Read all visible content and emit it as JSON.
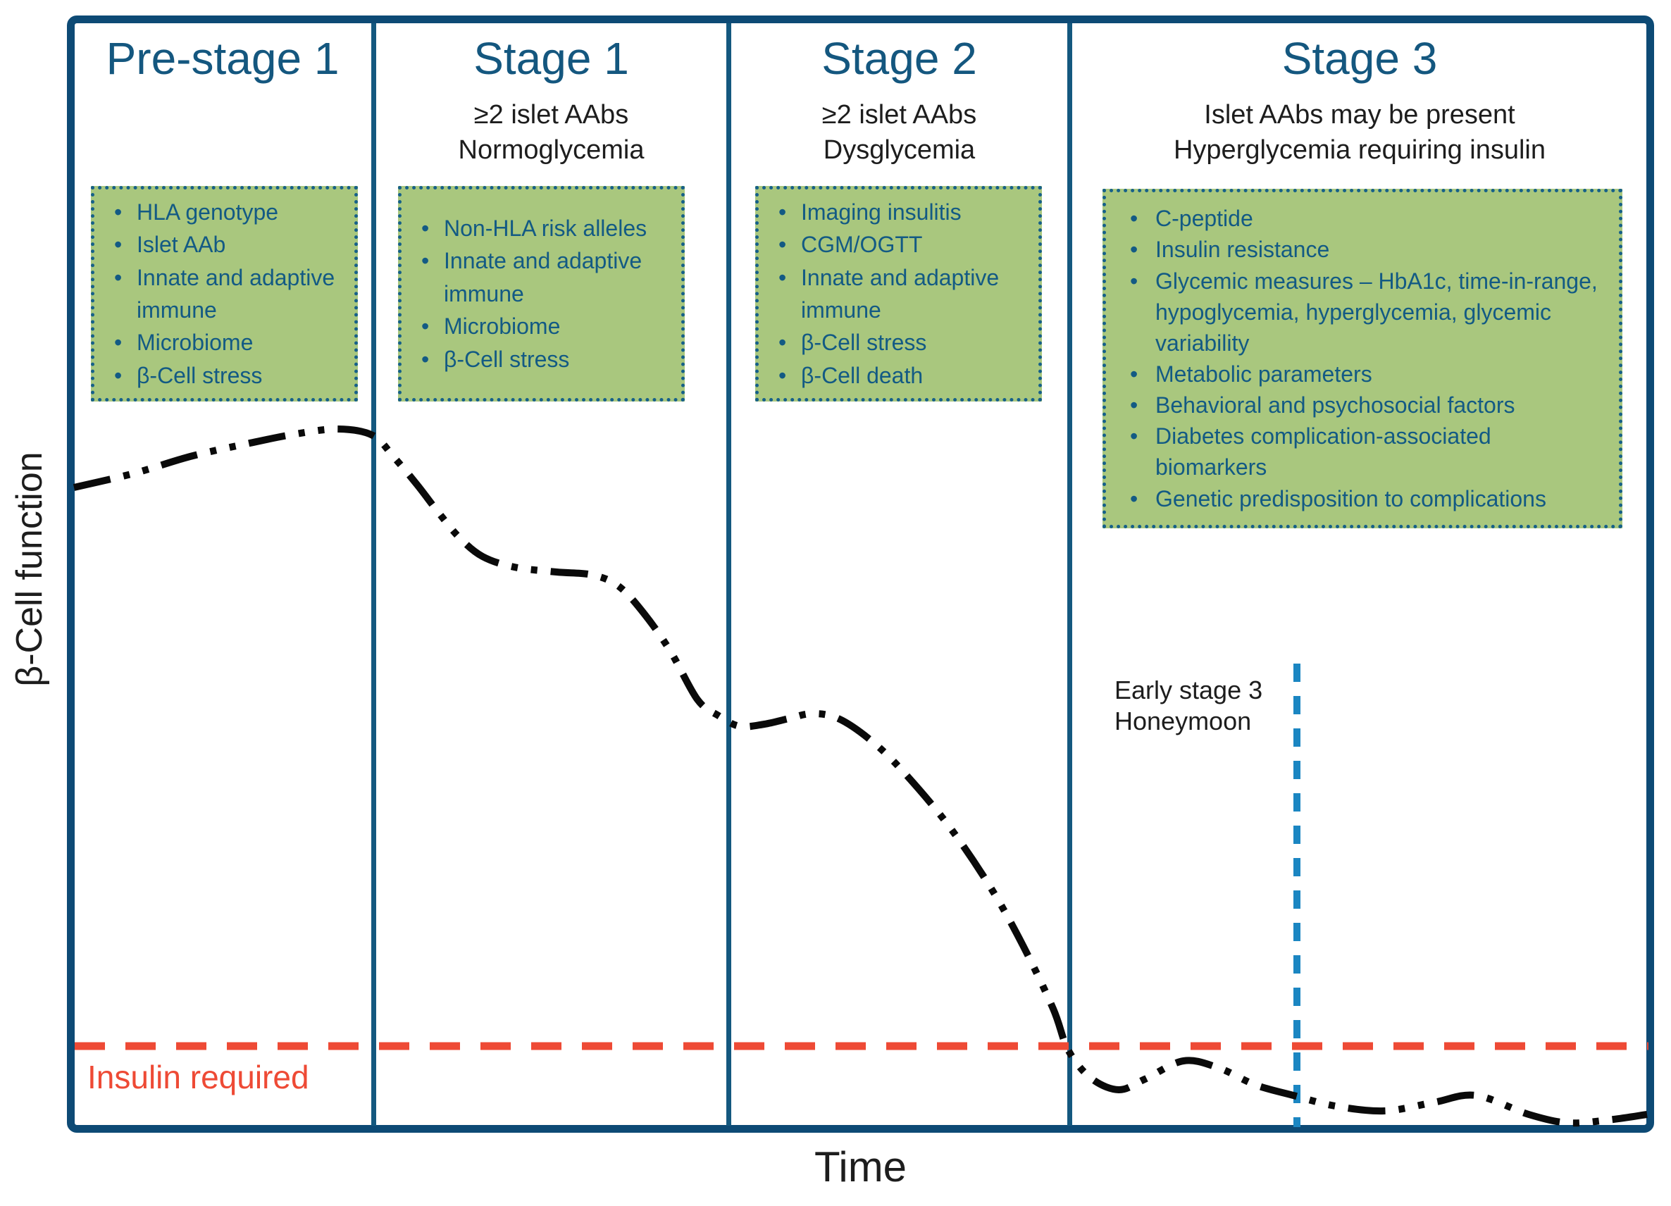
{
  "figure": {
    "y_axis_label": "β-Cell function",
    "x_axis_label": "Time",
    "insulin_required_label": "Insulin required",
    "honeymoon_annotation": {
      "line1": "Early stage 3",
      "line2": "Honeymoon"
    },
    "stages": [
      {
        "title": "Pre-stage 1",
        "subtitle_lines": [],
        "bullets": [
          "HLA genotype",
          "Islet AAb",
          "Innate and adaptive immune",
          "Microbiome",
          "β-Cell stress"
        ]
      },
      {
        "title": "Stage 1",
        "subtitle_lines": [
          "≥2 islet AAbs",
          "Normoglycemia"
        ],
        "bullets": [
          "Non-HLA risk alleles",
          "Innate and adaptive immune",
          "Microbiome",
          "β-Cell stress"
        ]
      },
      {
        "title": "Stage 2",
        "subtitle_lines": [
          "≥2 islet AAbs",
          "Dysglycemia"
        ],
        "bullets": [
          "Imaging insulitis",
          "CGM/OGTT",
          "Innate and adaptive immune",
          "β-Cell stress",
          "β-Cell death"
        ]
      },
      {
        "title": "Stage 3",
        "subtitle_lines": [
          "Islet AAbs may be present",
          "Hyperglycemia requiring insulin"
        ],
        "bullets": [
          "C-peptide",
          "Insulin resistance",
          "Glycemic measures – HbA1c, time-in-range, hypoglycemia, hyperglycemia, glycemic variability",
          "Metabolic parameters",
          "Behavioral and psychosocial factors",
          "Diabetes complication-associated biomarkers",
          "Genetic predisposition to complications"
        ]
      }
    ],
    "colors": {
      "panel_border": "#0d4a75",
      "divider": "#14587f",
      "header_text": "#14577f",
      "bullet_text": "#135a84",
      "dark_text": "#1d1d1d",
      "box_fill": "#a9c77e",
      "box_border": "#166089",
      "insulin_line": "#ee4a35",
      "honeymoon_line": "#1b86c2",
      "curve": "#0a0a0a"
    },
    "curve_points": [
      [
        105,
        692
      ],
      [
        190,
        672
      ],
      [
        270,
        648
      ],
      [
        350,
        630
      ],
      [
        420,
        616
      ],
      [
        480,
        609
      ],
      [
        529,
        618
      ],
      [
        560,
        650
      ],
      [
        592,
        688
      ],
      [
        622,
        727
      ],
      [
        652,
        763
      ],
      [
        685,
        790
      ],
      [
        730,
        805
      ],
      [
        790,
        812
      ],
      [
        840,
        816
      ],
      [
        878,
        832
      ],
      [
        915,
        872
      ],
      [
        952,
        925
      ],
      [
        990,
        993
      ],
      [
        1020,
        1016
      ],
      [
        1050,
        1031
      ],
      [
        1085,
        1028
      ],
      [
        1120,
        1020
      ],
      [
        1153,
        1013
      ],
      [
        1190,
        1020
      ],
      [
        1235,
        1050
      ],
      [
        1280,
        1093
      ],
      [
        1345,
        1170
      ],
      [
        1405,
        1258
      ],
      [
        1452,
        1342
      ],
      [
        1495,
        1432
      ],
      [
        1516,
        1490
      ],
      [
        1548,
        1530
      ],
      [
        1588,
        1547
      ],
      [
        1625,
        1532
      ],
      [
        1680,
        1506
      ],
      [
        1730,
        1516
      ],
      [
        1782,
        1540
      ],
      [
        1836,
        1555
      ],
      [
        1895,
        1570
      ],
      [
        1965,
        1577
      ],
      [
        2035,
        1565
      ],
      [
        2095,
        1555
      ],
      [
        2170,
        1582
      ],
      [
        2226,
        1594
      ],
      [
        2282,
        1590
      ],
      [
        2338,
        1582
      ]
    ]
  }
}
